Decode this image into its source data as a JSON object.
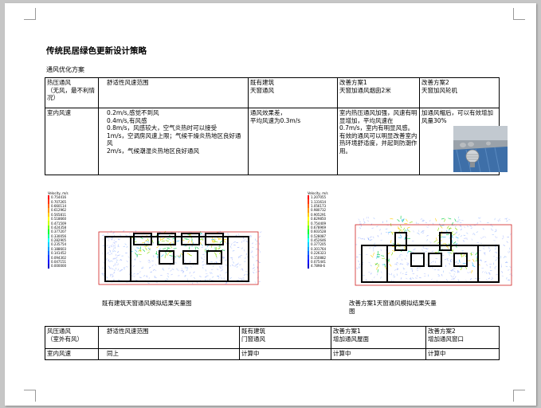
{
  "title": "传统民居绿色更新设计策略",
  "subtitle": "通风优化方案",
  "table1": {
    "header": [
      "热压通风\n（无风，最不利情况）",
      "舒适性风速范围",
      "既有建筑\n天窗通风",
      "改善方案1\n天窗加通风烟囱2米",
      "改善方案2\n天窗加风轮机"
    ],
    "row": [
      "室内风速",
      "0.2m/s,感觉不到风\n0.4m/s,有风感\n0.8m/s，风感较大，空气炎热时可以接受\n1m/s，空调房风速上限；气候干燥炎热地区良好通风\n2m/s，气候潮湿炎热地区良好通风",
      "通风效果差，\n平均风速为0.3m/s",
      "室内热压通风加强，风速有明显增加，平均风速在0.7m/s，室内有明显风感。\n有效的通风可以明显改善室内热环境舒适度，并起到防潮作用。",
      "加通风帽后，可以有效增加风量30%"
    ]
  },
  "legend_title": "Velocity, m/s",
  "legend_left": [
    "0.754416",
    "0.707265",
    "0.660114",
    "0.612962",
    "0.565811",
    "0.518660",
    "0.471509",
    "0.424358",
    "0.377207",
    "0.330056",
    "0.282905",
    "0.235754",
    "0.188603",
    "0.141452",
    "0.094302",
    "0.047151",
    "0.000000"
  ],
  "legend_right": [
    "1.207055",
    "1.131614",
    "1.056173",
    "0.980732",
    "0.905291",
    "0.829850",
    "0.754409",
    "0.678969",
    "0.603528",
    "0.528087",
    "0.452646",
    "0.377205",
    "0.301764",
    "0.226323",
    "0.150882",
    "0.075441",
    "4.7898-6"
  ],
  "caption_left": "既有建筑天窗通风模拟结果矢量图",
  "caption_right": "改善方案1天窗通风模拟结果矢量\n图",
  "table2": {
    "header": [
      "风压通风\n（室外有风）",
      "舒适性风速范围",
      "既有建筑\n门窗通风",
      "改善方案1\n增加通风屋面",
      "改善方案2\n增加通风窗口"
    ],
    "row": [
      "室内风速",
      "同上",
      "计算中",
      "计算中",
      "计算中"
    ]
  },
  "colors": {
    "page": "#ffffff",
    "background": "#c6c6c6",
    "wall": "#000000",
    "roof_line": "#d02020"
  }
}
